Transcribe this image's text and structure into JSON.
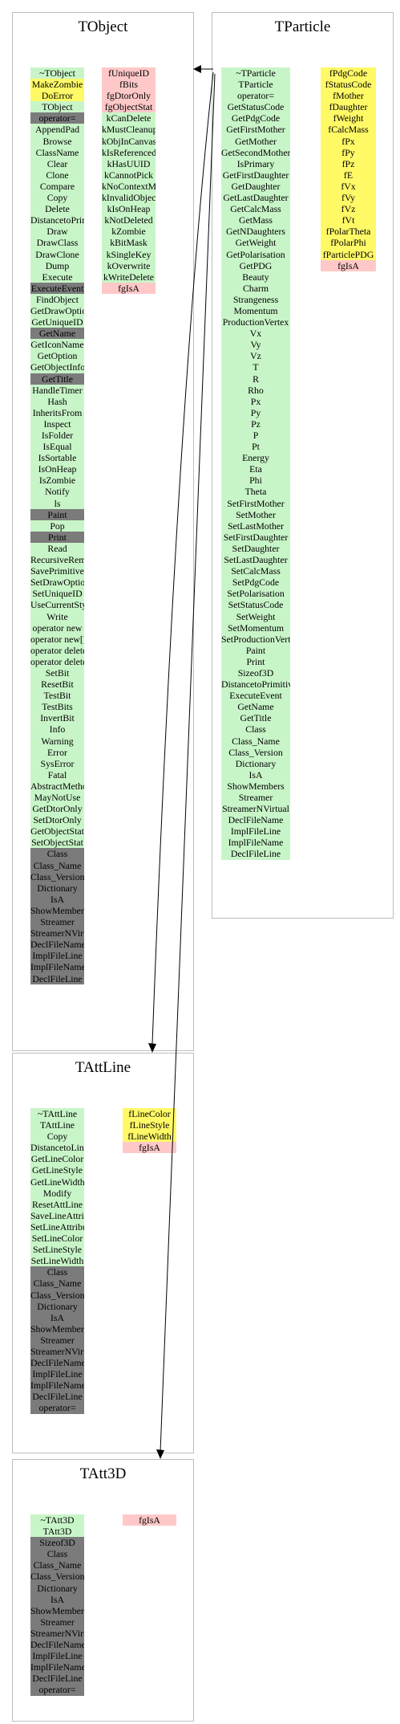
{
  "colors": {
    "method": "#c8f5c8",
    "virtual": "#fff966",
    "member": "#ffc8c8",
    "inherited": "#7b7b7b",
    "border": "#bdbdbd"
  },
  "classes": [
    {
      "id": "tobject",
      "title": "TObject",
      "methods": [
        {
          "t": "~TObject",
          "c": "green"
        },
        {
          "t": "MakeZombie",
          "c": "yellow"
        },
        {
          "t": "DoError",
          "c": "yellow"
        },
        {
          "t": "TObject",
          "c": "green"
        },
        {
          "t": "operator=",
          "c": "gray"
        },
        {
          "t": "AppendPad",
          "c": "green"
        },
        {
          "t": "Browse",
          "c": "green"
        },
        {
          "t": "ClassName",
          "c": "green"
        },
        {
          "t": "Clear",
          "c": "green"
        },
        {
          "t": "Clone",
          "c": "green"
        },
        {
          "t": "Compare",
          "c": "green"
        },
        {
          "t": "Copy",
          "c": "green"
        },
        {
          "t": "Delete",
          "c": "green"
        },
        {
          "t": "DistancetoPrimitive",
          "c": "green"
        },
        {
          "t": "Draw",
          "c": "green"
        },
        {
          "t": "DrawClass",
          "c": "green"
        },
        {
          "t": "DrawClone",
          "c": "green"
        },
        {
          "t": "Dump",
          "c": "green"
        },
        {
          "t": "Execute",
          "c": "green"
        },
        {
          "t": "ExecuteEvent",
          "c": "gray"
        },
        {
          "t": "FindObject",
          "c": "green"
        },
        {
          "t": "GetDrawOption",
          "c": "green"
        },
        {
          "t": "GetUniqueID",
          "c": "green"
        },
        {
          "t": "GetName",
          "c": "gray"
        },
        {
          "t": "GetIconName",
          "c": "green"
        },
        {
          "t": "GetOption",
          "c": "green"
        },
        {
          "t": "GetObjectInfo",
          "c": "green"
        },
        {
          "t": "GetTitle",
          "c": "gray"
        },
        {
          "t": "HandleTimer",
          "c": "green"
        },
        {
          "t": "Hash",
          "c": "green"
        },
        {
          "t": "InheritsFrom",
          "c": "green"
        },
        {
          "t": "Inspect",
          "c": "green"
        },
        {
          "t": "IsFolder",
          "c": "green"
        },
        {
          "t": "IsEqual",
          "c": "green"
        },
        {
          "t": "IsSortable",
          "c": "green"
        },
        {
          "t": "IsOnHeap",
          "c": "green"
        },
        {
          "t": "IsZombie",
          "c": "green"
        },
        {
          "t": "Notify",
          "c": "green"
        },
        {
          "t": "ls",
          "c": "green"
        },
        {
          "t": "Paint",
          "c": "gray"
        },
        {
          "t": "Pop",
          "c": "green"
        },
        {
          "t": "Print",
          "c": "gray"
        },
        {
          "t": "Read",
          "c": "green"
        },
        {
          "t": "RecursiveRemove",
          "c": "green"
        },
        {
          "t": "SavePrimitive",
          "c": "green"
        },
        {
          "t": "SetDrawOption",
          "c": "green"
        },
        {
          "t": "SetUniqueID",
          "c": "green"
        },
        {
          "t": "UseCurrentStyle",
          "c": "green"
        },
        {
          "t": "Write",
          "c": "green"
        },
        {
          "t": "operator new",
          "c": "green"
        },
        {
          "t": "operator new[]",
          "c": "green"
        },
        {
          "t": "operator delete",
          "c": "green"
        },
        {
          "t": "operator delete[]",
          "c": "green"
        },
        {
          "t": "SetBit",
          "c": "green"
        },
        {
          "t": "ResetBit",
          "c": "green"
        },
        {
          "t": "TestBit",
          "c": "green"
        },
        {
          "t": "TestBits",
          "c": "green"
        },
        {
          "t": "InvertBit",
          "c": "green"
        },
        {
          "t": "Info",
          "c": "green"
        },
        {
          "t": "Warning",
          "c": "green"
        },
        {
          "t": "Error",
          "c": "green"
        },
        {
          "t": "SysError",
          "c": "green"
        },
        {
          "t": "Fatal",
          "c": "green"
        },
        {
          "t": "AbstractMethod",
          "c": "green"
        },
        {
          "t": "MayNotUse",
          "c": "green"
        },
        {
          "t": "GetDtorOnly",
          "c": "green"
        },
        {
          "t": "SetDtorOnly",
          "c": "green"
        },
        {
          "t": "GetObjectStat",
          "c": "green"
        },
        {
          "t": "SetObjectStat",
          "c": "green"
        },
        {
          "t": "Class",
          "c": "gray"
        },
        {
          "t": "Class_Name",
          "c": "gray"
        },
        {
          "t": "Class_Version",
          "c": "gray"
        },
        {
          "t": "Dictionary",
          "c": "gray"
        },
        {
          "t": "IsA",
          "c": "gray"
        },
        {
          "t": "ShowMembers",
          "c": "gray"
        },
        {
          "t": "Streamer",
          "c": "gray"
        },
        {
          "t": "StreamerNVirtual",
          "c": "gray"
        },
        {
          "t": "DeclFileName",
          "c": "gray"
        },
        {
          "t": "ImplFileLine",
          "c": "gray"
        },
        {
          "t": "ImplFileName",
          "c": "gray"
        },
        {
          "t": "DeclFileLine",
          "c": "gray"
        }
      ],
      "members": [
        {
          "t": "fUniqueID",
          "c": "pink"
        },
        {
          "t": "fBits",
          "c": "pink"
        },
        {
          "t": "fgDtorOnly",
          "c": "pink"
        },
        {
          "t": "fgObjectStat",
          "c": "pink"
        },
        {
          "t": "kCanDelete",
          "c": "green"
        },
        {
          "t": "kMustCleanup",
          "c": "green"
        },
        {
          "t": "kObjInCanvas",
          "c": "green"
        },
        {
          "t": "kIsReferenced",
          "c": "green"
        },
        {
          "t": "kHasUUID",
          "c": "green"
        },
        {
          "t": "kCannotPick",
          "c": "green"
        },
        {
          "t": "kNoContextMenu",
          "c": "green"
        },
        {
          "t": "kInvalidObject",
          "c": "green"
        },
        {
          "t": "kIsOnHeap",
          "c": "green"
        },
        {
          "t": "kNotDeleted",
          "c": "green"
        },
        {
          "t": "kZombie",
          "c": "green"
        },
        {
          "t": "kBitMask",
          "c": "green"
        },
        {
          "t": "kSingleKey",
          "c": "green"
        },
        {
          "t": "kOverwrite",
          "c": "green"
        },
        {
          "t": "kWriteDelete",
          "c": "green"
        },
        {
          "t": "fgIsA",
          "c": "pink"
        }
      ]
    },
    {
      "id": "tparticle",
      "title": "TParticle",
      "methods": [
        {
          "t": "~TParticle",
          "c": "green"
        },
        {
          "t": "TParticle",
          "c": "green"
        },
        {
          "t": "operator=",
          "c": "green"
        },
        {
          "t": "GetStatusCode",
          "c": "green"
        },
        {
          "t": "GetPdgCode",
          "c": "green"
        },
        {
          "t": "GetFirstMother",
          "c": "green"
        },
        {
          "t": "GetMother",
          "c": "green"
        },
        {
          "t": "GetSecondMother",
          "c": "green"
        },
        {
          "t": "IsPrimary",
          "c": "green"
        },
        {
          "t": "GetFirstDaughter",
          "c": "green"
        },
        {
          "t": "GetDaughter",
          "c": "green"
        },
        {
          "t": "GetLastDaughter",
          "c": "green"
        },
        {
          "t": "GetCalcMass",
          "c": "green"
        },
        {
          "t": "GetMass",
          "c": "green"
        },
        {
          "t": "GetNDaughters",
          "c": "green"
        },
        {
          "t": "GetWeight",
          "c": "green"
        },
        {
          "t": "GetPolarisation",
          "c": "green"
        },
        {
          "t": "GetPDG",
          "c": "green"
        },
        {
          "t": "Beauty",
          "c": "green"
        },
        {
          "t": "Charm",
          "c": "green"
        },
        {
          "t": "Strangeness",
          "c": "green"
        },
        {
          "t": "Momentum",
          "c": "green"
        },
        {
          "t": "ProductionVertex",
          "c": "green"
        },
        {
          "t": "Vx",
          "c": "green"
        },
        {
          "t": "Vy",
          "c": "green"
        },
        {
          "t": "Vz",
          "c": "green"
        },
        {
          "t": "T",
          "c": "green"
        },
        {
          "t": "R",
          "c": "green"
        },
        {
          "t": "Rho",
          "c": "green"
        },
        {
          "t": "Px",
          "c": "green"
        },
        {
          "t": "Py",
          "c": "green"
        },
        {
          "t": "Pz",
          "c": "green"
        },
        {
          "t": "P",
          "c": "green"
        },
        {
          "t": "Pt",
          "c": "green"
        },
        {
          "t": "Energy",
          "c": "green"
        },
        {
          "t": "Eta",
          "c": "green"
        },
        {
          "t": "Phi",
          "c": "green"
        },
        {
          "t": "Theta",
          "c": "green"
        },
        {
          "t": "SetFirstMother",
          "c": "green"
        },
        {
          "t": "SetMother",
          "c": "green"
        },
        {
          "t": "SetLastMother",
          "c": "green"
        },
        {
          "t": "SetFirstDaughter",
          "c": "green"
        },
        {
          "t": "SetDaughter",
          "c": "green"
        },
        {
          "t": "SetLastDaughter",
          "c": "green"
        },
        {
          "t": "SetCalcMass",
          "c": "green"
        },
        {
          "t": "SetPdgCode",
          "c": "green"
        },
        {
          "t": "SetPolarisation",
          "c": "green"
        },
        {
          "t": "SetStatusCode",
          "c": "green"
        },
        {
          "t": "SetWeight",
          "c": "green"
        },
        {
          "t": "SetMomentum",
          "c": "green"
        },
        {
          "t": "SetProductionVertex",
          "c": "green"
        },
        {
          "t": "Paint",
          "c": "green"
        },
        {
          "t": "Print",
          "c": "green"
        },
        {
          "t": "Sizeof3D",
          "c": "green"
        },
        {
          "t": "DistancetoPrimitive",
          "c": "green"
        },
        {
          "t": "ExecuteEvent",
          "c": "green"
        },
        {
          "t": "GetName",
          "c": "green"
        },
        {
          "t": "GetTitle",
          "c": "green"
        },
        {
          "t": "Class",
          "c": "green"
        },
        {
          "t": "Class_Name",
          "c": "green"
        },
        {
          "t": "Class_Version",
          "c": "green"
        },
        {
          "t": "Dictionary",
          "c": "green"
        },
        {
          "t": "IsA",
          "c": "green"
        },
        {
          "t": "ShowMembers",
          "c": "green"
        },
        {
          "t": "Streamer",
          "c": "green"
        },
        {
          "t": "StreamerNVirtual",
          "c": "green"
        },
        {
          "t": "DeclFileName",
          "c": "green"
        },
        {
          "t": "ImplFileLine",
          "c": "green"
        },
        {
          "t": "ImplFileName",
          "c": "green"
        },
        {
          "t": "DeclFileLine",
          "c": "green"
        }
      ],
      "members": [
        {
          "t": "fPdgCode",
          "c": "yellow"
        },
        {
          "t": "fStatusCode",
          "c": "yellow"
        },
        {
          "t": "fMother",
          "c": "yellow"
        },
        {
          "t": "fDaughter",
          "c": "yellow"
        },
        {
          "t": "fWeight",
          "c": "yellow"
        },
        {
          "t": "fCalcMass",
          "c": "yellow"
        },
        {
          "t": "fPx",
          "c": "yellow"
        },
        {
          "t": "fPy",
          "c": "yellow"
        },
        {
          "t": "fPz",
          "c": "yellow"
        },
        {
          "t": "fE",
          "c": "yellow"
        },
        {
          "t": "fVx",
          "c": "yellow"
        },
        {
          "t": "fVy",
          "c": "yellow"
        },
        {
          "t": "fVz",
          "c": "yellow"
        },
        {
          "t": "fVt",
          "c": "yellow"
        },
        {
          "t": "fPolarTheta",
          "c": "yellow"
        },
        {
          "t": "fPolarPhi",
          "c": "yellow"
        },
        {
          "t": "fParticlePDG",
          "c": "yellow"
        },
        {
          "t": "fgIsA",
          "c": "pink"
        }
      ]
    },
    {
      "id": "tattline",
      "title": "TAttLine",
      "methods": [
        {
          "t": "~TAttLine",
          "c": "green"
        },
        {
          "t": "TAttLine",
          "c": "green"
        },
        {
          "t": "Copy",
          "c": "green"
        },
        {
          "t": "DistancetoLine",
          "c": "green"
        },
        {
          "t": "GetLineColor",
          "c": "green"
        },
        {
          "t": "GetLineStyle",
          "c": "green"
        },
        {
          "t": "GetLineWidth",
          "c": "green"
        },
        {
          "t": "Modify",
          "c": "green"
        },
        {
          "t": "ResetAttLine",
          "c": "green"
        },
        {
          "t": "SaveLineAttributes",
          "c": "green"
        },
        {
          "t": "SetLineAttributes",
          "c": "green"
        },
        {
          "t": "SetLineColor",
          "c": "green"
        },
        {
          "t": "SetLineStyle",
          "c": "green"
        },
        {
          "t": "SetLineWidth",
          "c": "green"
        },
        {
          "t": "Class",
          "c": "gray"
        },
        {
          "t": "Class_Name",
          "c": "gray"
        },
        {
          "t": "Class_Version",
          "c": "gray"
        },
        {
          "t": "Dictionary",
          "c": "gray"
        },
        {
          "t": "IsA",
          "c": "gray"
        },
        {
          "t": "ShowMembers",
          "c": "gray"
        },
        {
          "t": "Streamer",
          "c": "gray"
        },
        {
          "t": "StreamerNVirtual",
          "c": "gray"
        },
        {
          "t": "DeclFileName",
          "c": "gray"
        },
        {
          "t": "ImplFileLine",
          "c": "gray"
        },
        {
          "t": "ImplFileName",
          "c": "gray"
        },
        {
          "t": "DeclFileLine",
          "c": "gray"
        },
        {
          "t": "operator=",
          "c": "gray"
        }
      ],
      "members": [
        {
          "t": "fLineColor",
          "c": "yellow"
        },
        {
          "t": "fLineStyle",
          "c": "yellow"
        },
        {
          "t": "fLineWidth",
          "c": "yellow"
        },
        {
          "t": "fgIsA",
          "c": "pink"
        }
      ]
    },
    {
      "id": "tatt3d",
      "title": "TAtt3D",
      "methods": [
        {
          "t": "~TAtt3D",
          "c": "green"
        },
        {
          "t": "TAtt3D",
          "c": "green"
        },
        {
          "t": "Sizeof3D",
          "c": "gray"
        },
        {
          "t": "Class",
          "c": "gray"
        },
        {
          "t": "Class_Name",
          "c": "gray"
        },
        {
          "t": "Class_Version",
          "c": "gray"
        },
        {
          "t": "Dictionary",
          "c": "gray"
        },
        {
          "t": "IsA",
          "c": "gray"
        },
        {
          "t": "ShowMembers",
          "c": "gray"
        },
        {
          "t": "Streamer",
          "c": "gray"
        },
        {
          "t": "StreamerNVirtual",
          "c": "gray"
        },
        {
          "t": "DeclFileName",
          "c": "gray"
        },
        {
          "t": "ImplFileLine",
          "c": "gray"
        },
        {
          "t": "ImplFileName",
          "c": "gray"
        },
        {
          "t": "DeclFileLine",
          "c": "gray"
        },
        {
          "t": "operator=",
          "c": "gray"
        }
      ],
      "members": [
        {
          "t": "fgIsA",
          "c": "pink"
        }
      ]
    }
  ],
  "edges": [
    {
      "from": "tparticle",
      "to": "tobject"
    },
    {
      "from": "tparticle",
      "to": "tattline"
    },
    {
      "from": "tparticle",
      "to": "tatt3d"
    }
  ]
}
